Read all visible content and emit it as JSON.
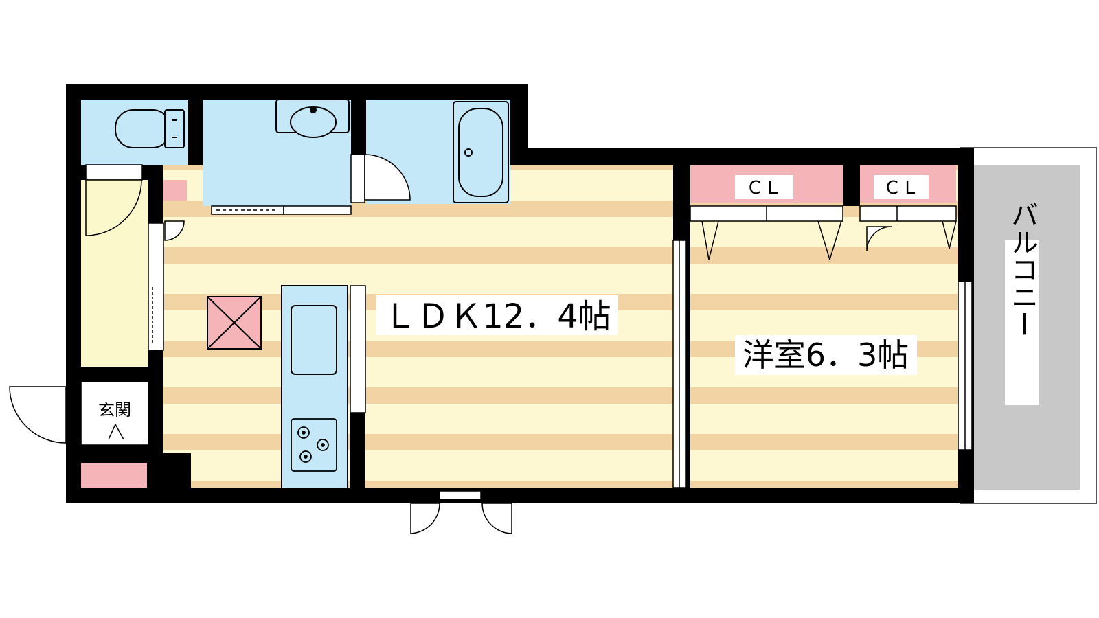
{
  "rooms": {
    "ldk": {
      "label": "ＬＤＫ12．4帖"
    },
    "western": {
      "label": "洋室6．3帖"
    },
    "closet_1": {
      "label": "ＣＬ"
    },
    "closet_2": {
      "label": "ＣＬ"
    },
    "entrance": {
      "label": "玄関"
    },
    "balcony": {
      "label": "バルコニー"
    }
  },
  "colors": {
    "wall": "#000000",
    "wet_area": "#c4e8f8",
    "closet": "#f5b5b8",
    "floor_stripe": "#f2d3a3",
    "floor_base": "#fdf7d2",
    "hallway": "#fbf8cc",
    "balcony": "#c8c8c8",
    "fixture_fill": "#c4e8f8"
  },
  "icons": [
    "toilet-icon",
    "washbasin-icon",
    "bathtub-icon",
    "sink-icon",
    "stove-icon",
    "ventilation-icon"
  ]
}
